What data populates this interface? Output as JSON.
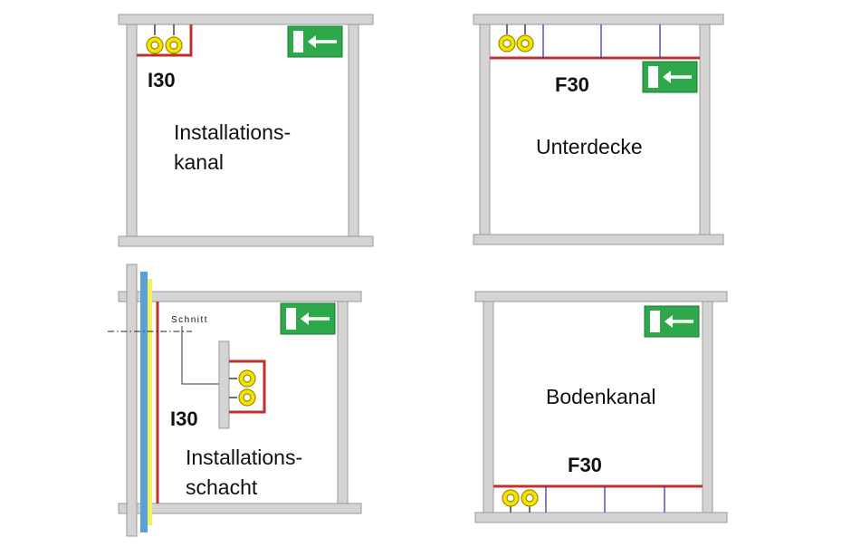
{
  "colors": {
    "wall_fill": "#d4d4d4",
    "wall_stroke": "#9a9a9a",
    "fire_line": "#c0312b",
    "pipe_fill": "#f2e600",
    "pipe_stroke": "#a08a00",
    "partition": "#3a3aa0",
    "exit_sign": "#2da84a",
    "shaft_blue": "#5aa0d8",
    "shaft_yellow": "#f5ef5a"
  },
  "icons": [
    "pipe-icon",
    "exit-sign-icon",
    "exit-arrow-icon"
  ],
  "panels": {
    "installationskanal": {
      "rating": "I30",
      "label_line1": "Installations-",
      "label_line2": "kanal"
    },
    "unterdecke": {
      "rating": "F30",
      "label": "Unterdecke"
    },
    "installationsschacht": {
      "rating": "I30",
      "section_label": "Schnitt",
      "label_line1": "Installations-",
      "label_line2": "schacht"
    },
    "bodenkanal": {
      "rating": "F30",
      "label": "Bodenkanal"
    }
  }
}
